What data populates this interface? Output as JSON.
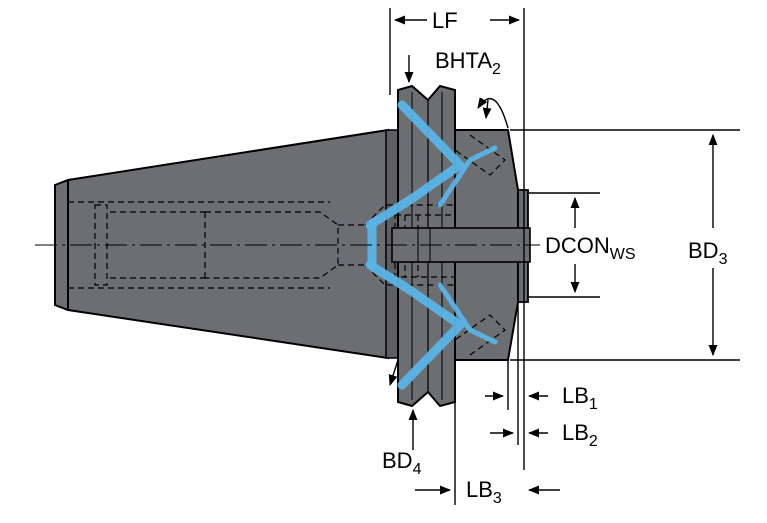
{
  "labels": {
    "lf": "LF",
    "bhta_main": "BHTA",
    "bhta_sub": "2",
    "dcon_main": "DCON",
    "dcon_sub": "WS",
    "bd3_main": "BD",
    "bd3_sub": "3",
    "bd4_main": "BD",
    "bd4_sub": "4",
    "lb1_main": "LB",
    "lb1_sub": "1",
    "lb2_main": "LB",
    "lb2_sub": "2",
    "lb3_main": "LB",
    "lb3_sub": "3"
  },
  "colors": {
    "body_fill": "#6d6e71",
    "body_dark": "#4d4e50",
    "coolant": "#5ab3e6"
  }
}
